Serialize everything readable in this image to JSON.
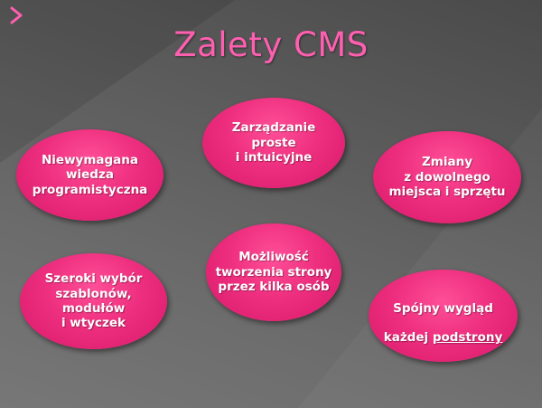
{
  "slide": {
    "title": "Zalety CMS",
    "colors": {
      "title": "#ff5fb0",
      "bubble_fill": "#e8267a",
      "bubble_text": "#ffffff",
      "background": "#5e5e5e",
      "chevron": "#ff5fb0"
    },
    "icon": "chevron-right-icon"
  },
  "bubbles": [
    {
      "text": "Niewymagana\nwiedza\nprogramistyczna"
    },
    {
      "text": "Zarządzanie\nproste\ni intuicyjne"
    },
    {
      "text": "Zmiany\nz dowolnego\nmiejsca i sprzętu"
    },
    {
      "text": "Możliwość\ntworzenia strony\nprzez kilka osób"
    },
    {
      "text": "Szeroki wybór\nszablonów,\nmodułów\ni wtyczek"
    },
    {
      "line1": "Spójny wygląd",
      "line2_a": "każdej ",
      "line2_b": "podstrony"
    }
  ]
}
